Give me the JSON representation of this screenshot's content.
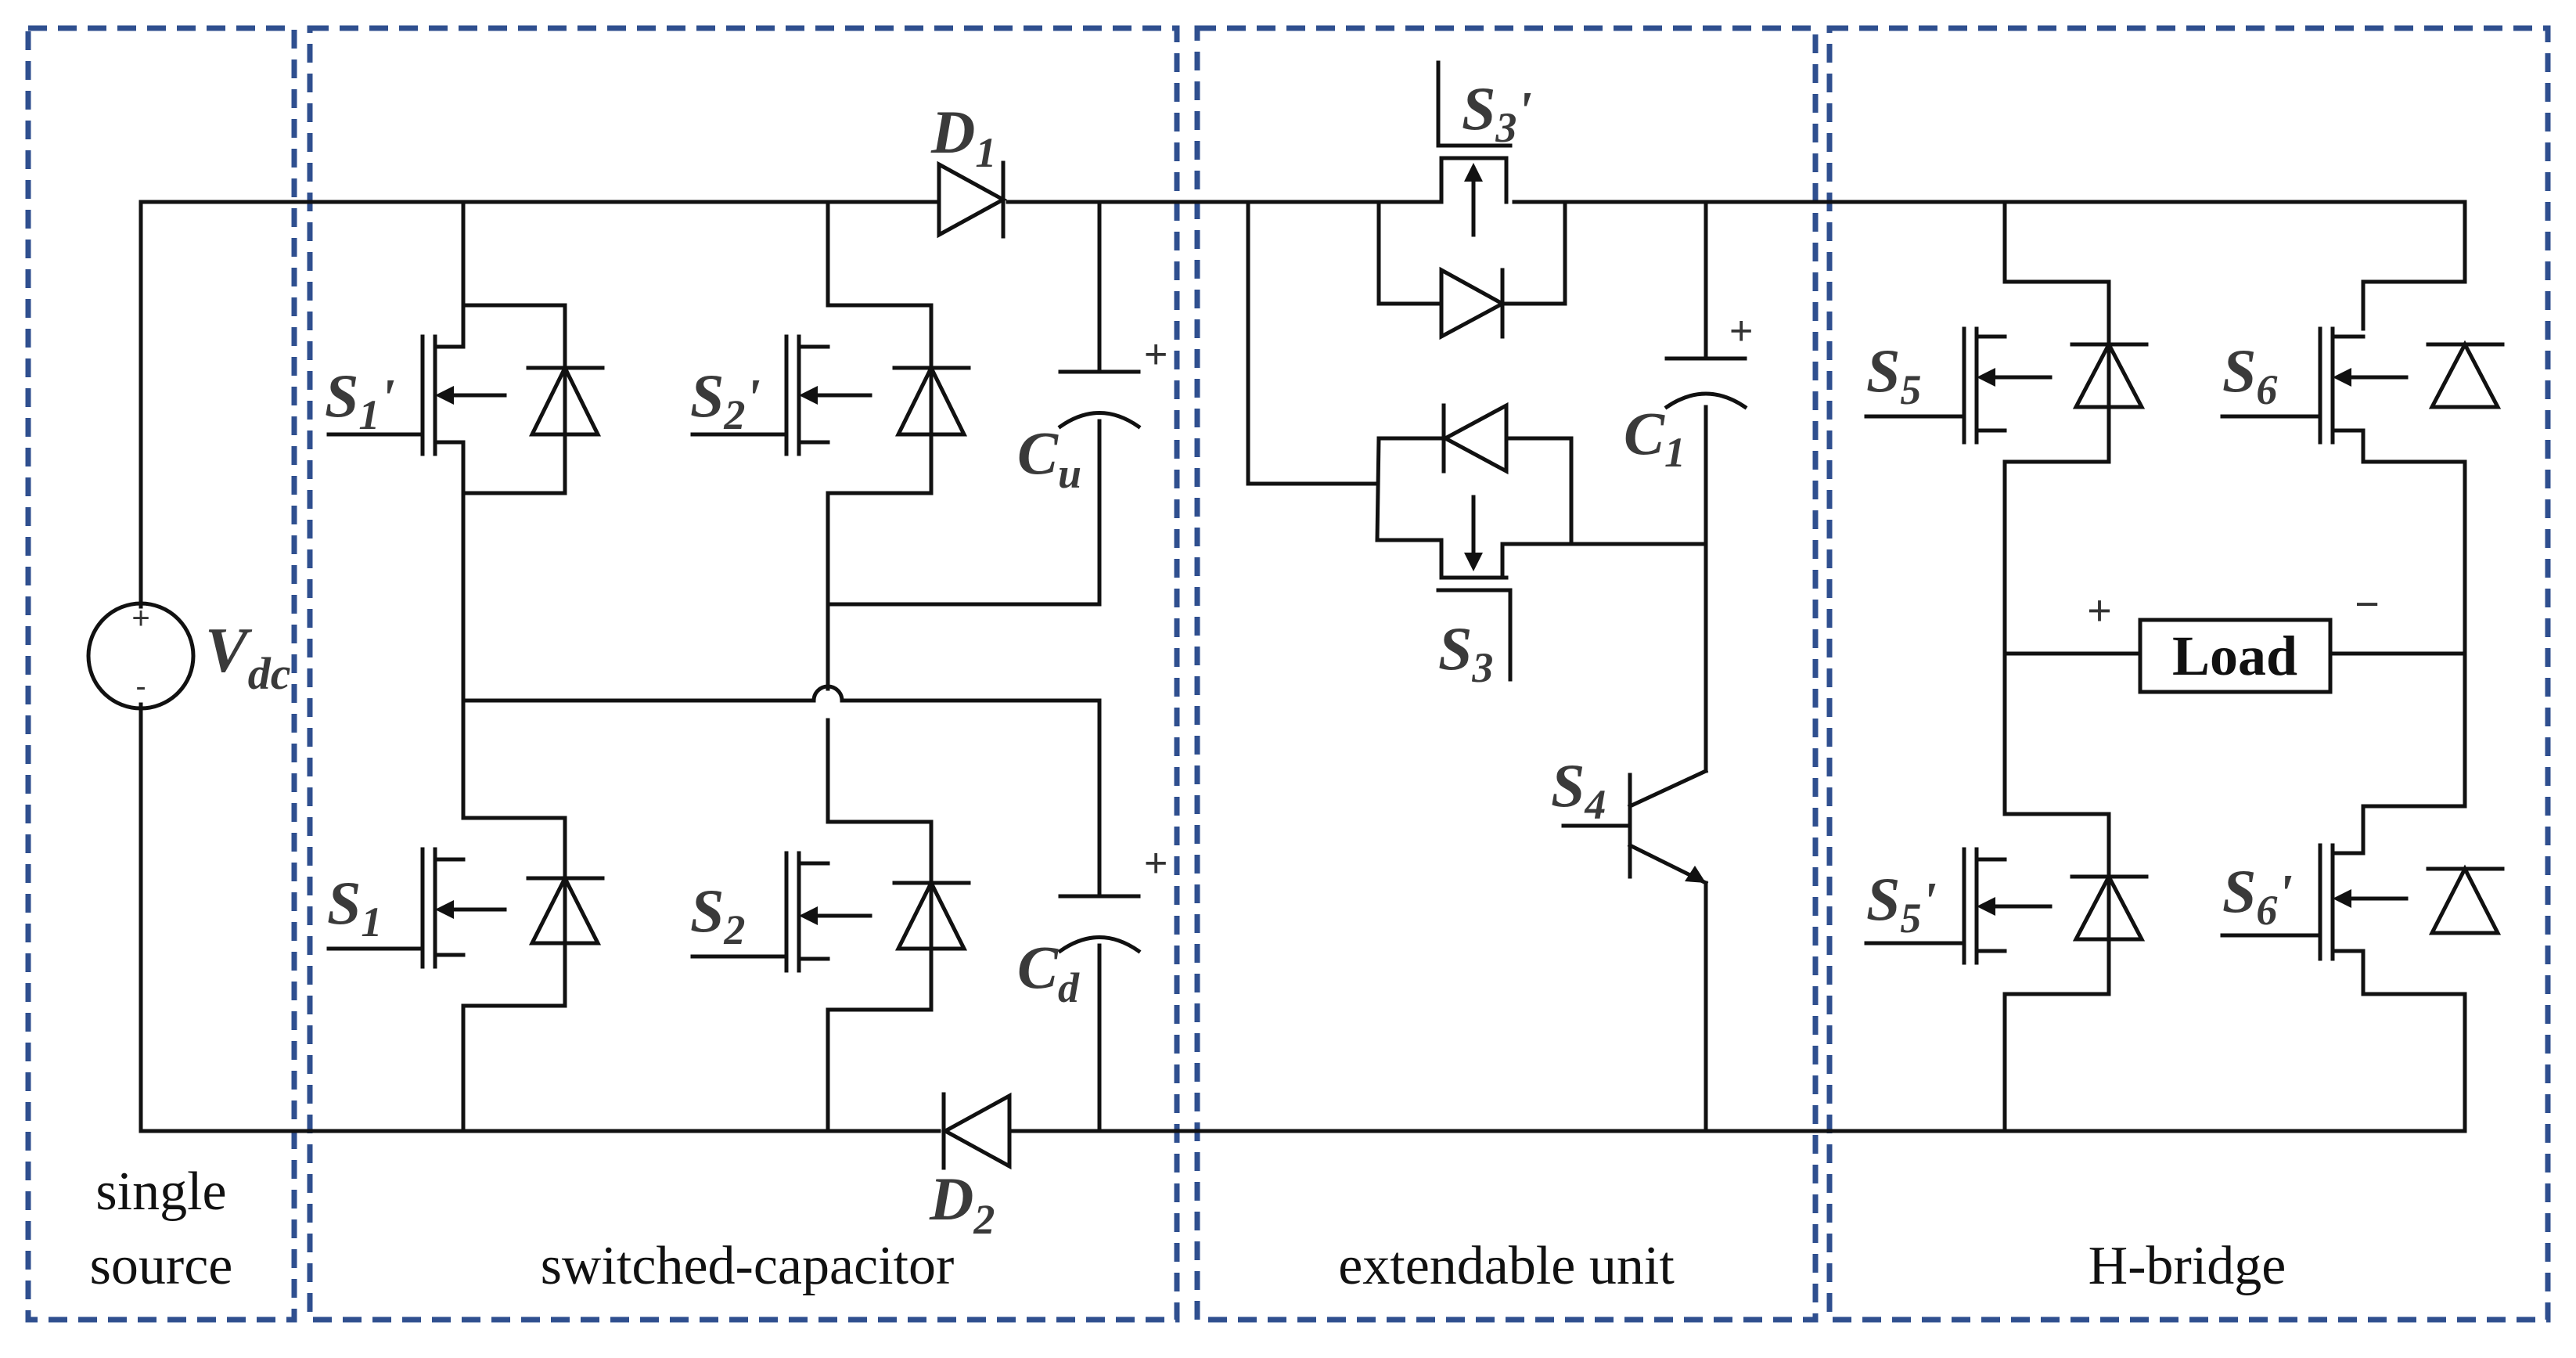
{
  "regions": {
    "single_source_line1": "single",
    "single_source_line2": "source",
    "switched_capacitor": "switched-capacitor",
    "extendable_unit": "extendable unit",
    "h_bridge": "H-bridge"
  },
  "components": {
    "source": {
      "main": "V",
      "sub": "dc"
    },
    "d1": {
      "main": "D",
      "sub": "1"
    },
    "d2": {
      "main": "D",
      "sub": "2"
    },
    "cu": {
      "main": "C",
      "sub": "u",
      "polarity": "+"
    },
    "cd": {
      "main": "C",
      "sub": "d",
      "polarity": "+"
    },
    "c1": {
      "main": "C",
      "sub": "1",
      "polarity": "+"
    },
    "s1p": {
      "main": "S",
      "sub": "1",
      "prime": "'"
    },
    "s2p": {
      "main": "S",
      "sub": "2",
      "prime": "'"
    },
    "s1": {
      "main": "S",
      "sub": "1"
    },
    "s2": {
      "main": "S",
      "sub": "2"
    },
    "s3p": {
      "main": "S",
      "sub": "3",
      "prime": "'"
    },
    "s3": {
      "main": "S",
      "sub": "3"
    },
    "s4": {
      "main": "S",
      "sub": "4"
    },
    "s5": {
      "main": "S",
      "sub": "5"
    },
    "s6": {
      "main": "S",
      "sub": "6"
    },
    "s5p": {
      "main": "S",
      "sub": "5",
      "prime": "'"
    },
    "s6p": {
      "main": "S",
      "sub": "6",
      "prime": "'"
    },
    "load": {
      "label": "Load",
      "plus": "+",
      "minus": "−"
    },
    "source_plus": "+",
    "source_minus": "-"
  },
  "colors": {
    "wire": "#111111",
    "region_border": "#2f4f8f",
    "label": "#3a3a3a"
  }
}
